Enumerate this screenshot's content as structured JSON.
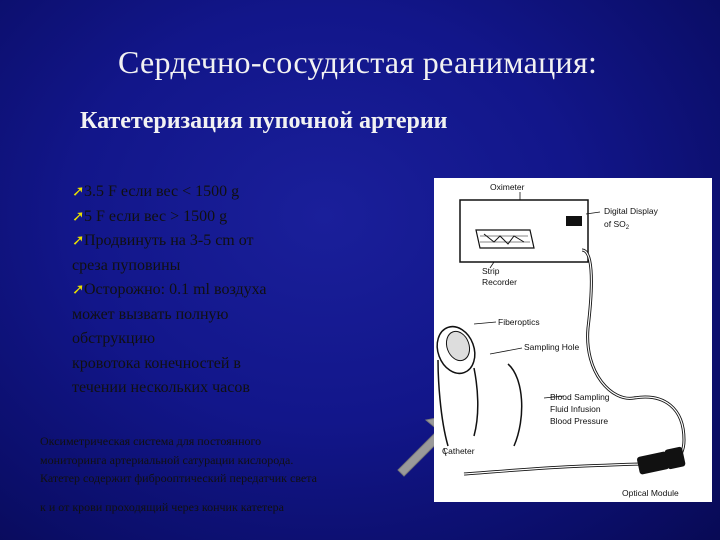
{
  "slide": {
    "title": "Сердечно-сосудистая реанимация:",
    "subtitle": "Катетеризация пупочной артерии",
    "bullets": [
      {
        "lines": [
          "3.5 F если вес < 1500 g"
        ]
      },
      {
        "lines": [
          "5 F если вес > 1500 g"
        ]
      },
      {
        "lines": [
          "Продвинуть на  3-5 cm от",
          "среза пуповины"
        ]
      },
      {
        "lines": [
          "Осторожно: 0.1 ml воздуха",
          "может вызвать полную",
          "обструкцию",
          "кровотока конечностей в",
          "течении нескольких часов"
        ]
      }
    ],
    "caption": [
      "Оксиметрическая система для постоянного",
      "мониторинга артериальной сатурации кислорода.",
      "Катетер содержит фиброоптический передатчик света",
      "к и от крови проходящий через кончик катетера"
    ],
    "bullet_icon": "arrow-bullet-icon",
    "colors": {
      "background": "#12168a",
      "title": "#f2f2f2",
      "body_text": "#101010",
      "bullet": "#e8e000"
    }
  },
  "diagram": {
    "labels": {
      "oximeter": "Oximeter",
      "digital_display": "Digital Display",
      "of_so2": "of SO",
      "so2_sub": "2",
      "strip": "Strip",
      "recorder": "Recorder",
      "fiberoptics": "Fiberoptics",
      "sampling_hole": "Sampling Hole",
      "blood_sampling": "Blood Sampling",
      "fluid_infusion": "Fluid Infusion",
      "blood_pressure": "Blood Pressure",
      "catheter": "Catheter",
      "optical_module": "Optical Module"
    }
  }
}
